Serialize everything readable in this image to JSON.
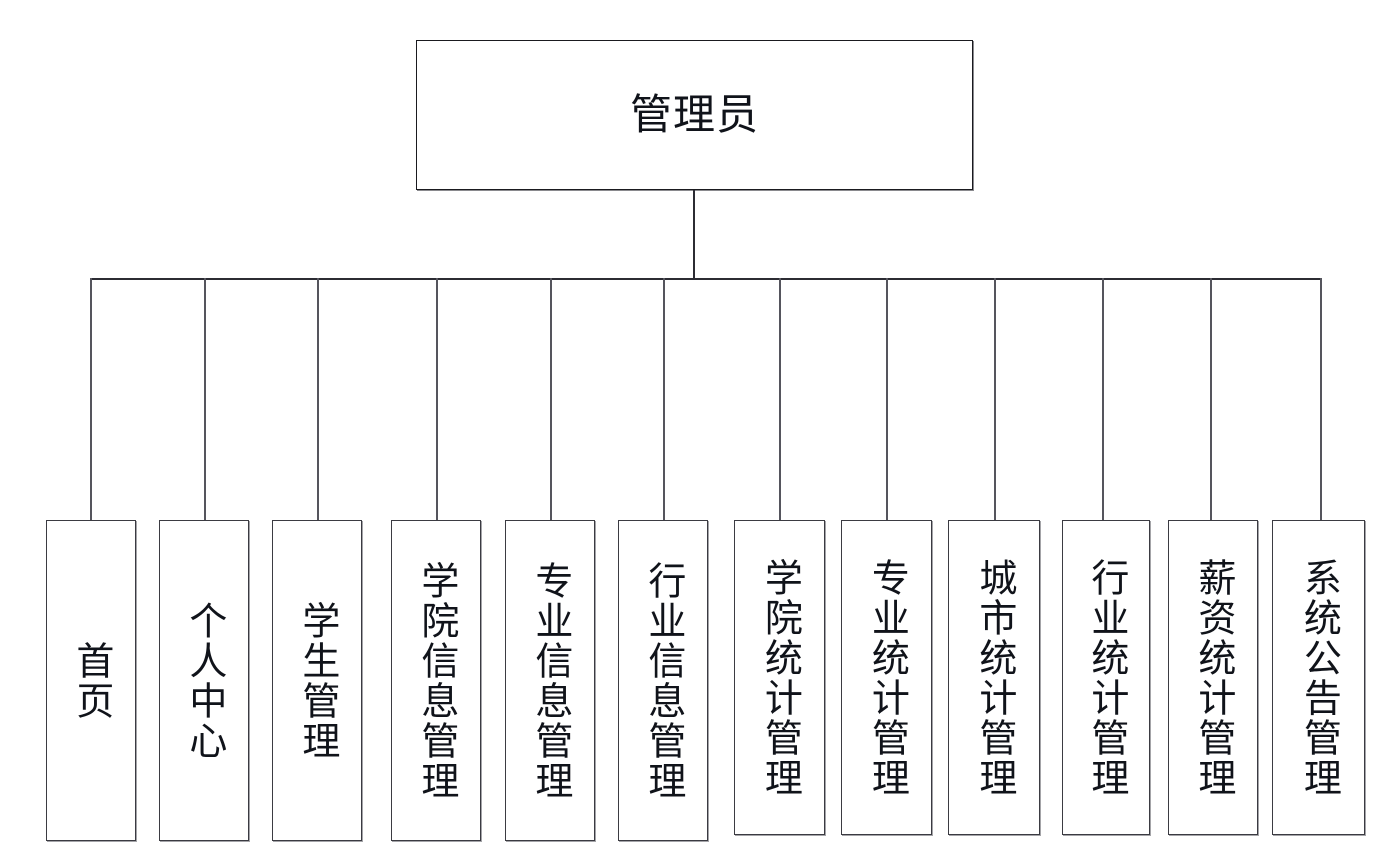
{
  "diagram": {
    "title_text": "管理员",
    "root": {
      "label": "管理员",
      "role": "administrator-root-node"
    },
    "children": [
      {
        "label": "首页"
      },
      {
        "label": "个人中心"
      },
      {
        "label": "学生管理"
      },
      {
        "label": "学院信息管理"
      },
      {
        "label": "专业信息管理"
      },
      {
        "label": "行业信息管理"
      },
      {
        "label": "学院统计管理"
      },
      {
        "label": "专业统计管理"
      },
      {
        "label": "城市统计管理"
      },
      {
        "label": "行业统计管理"
      },
      {
        "label": "薪资统计管理"
      },
      {
        "label": "系统公告管理"
      }
    ],
    "colors": {
      "background": "#ffffff",
      "box_border": "#3b3b42",
      "root_border": "#1a1a1f",
      "connector": "#2c2c33",
      "text": "#10131a"
    }
  }
}
